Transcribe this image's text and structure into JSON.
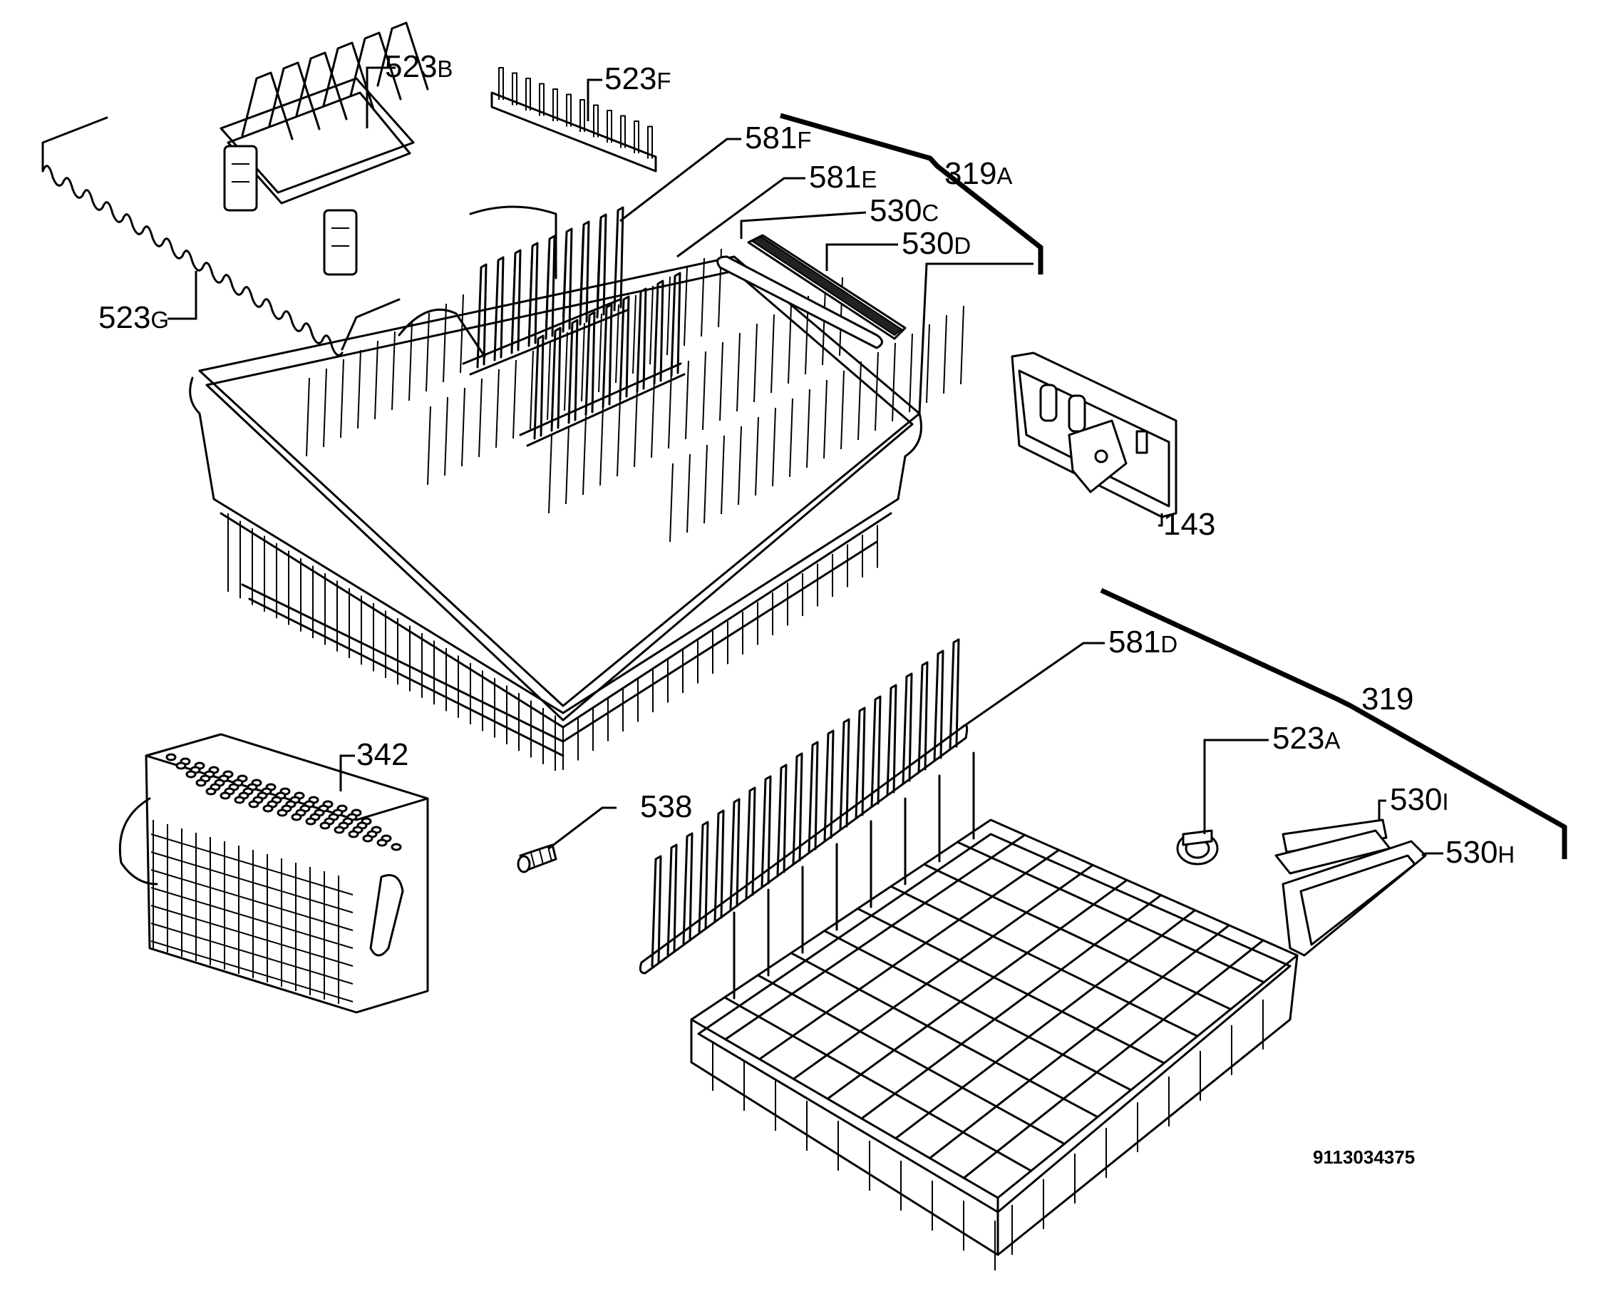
{
  "diagram": {
    "labels": [
      {
        "id": "523B",
        "number": "523",
        "suffix": "B"
      },
      {
        "id": "523F",
        "number": "523",
        "suffix": "F"
      },
      {
        "id": "581F",
        "number": "581",
        "suffix": "F"
      },
      {
        "id": "581E",
        "number": "581",
        "suffix": "E"
      },
      {
        "id": "319A",
        "number": "319",
        "suffix": "A"
      },
      {
        "id": "530C",
        "number": "530",
        "suffix": "C"
      },
      {
        "id": "530D",
        "number": "530",
        "suffix": "D"
      },
      {
        "id": "523G",
        "number": "523",
        "suffix": "G"
      },
      {
        "id": "143",
        "number": "143",
        "suffix": ""
      },
      {
        "id": "581D",
        "number": "581",
        "suffix": "D"
      },
      {
        "id": "319",
        "number": "319",
        "suffix": ""
      },
      {
        "id": "342",
        "number": "342",
        "suffix": ""
      },
      {
        "id": "523A",
        "number": "523",
        "suffix": "A"
      },
      {
        "id": "538",
        "number": "538",
        "suffix": ""
      },
      {
        "id": "530I",
        "number": "530",
        "suffix": "I"
      },
      {
        "id": "530H",
        "number": "530",
        "suffix": "H"
      }
    ],
    "drawing_code": "9113034375"
  }
}
